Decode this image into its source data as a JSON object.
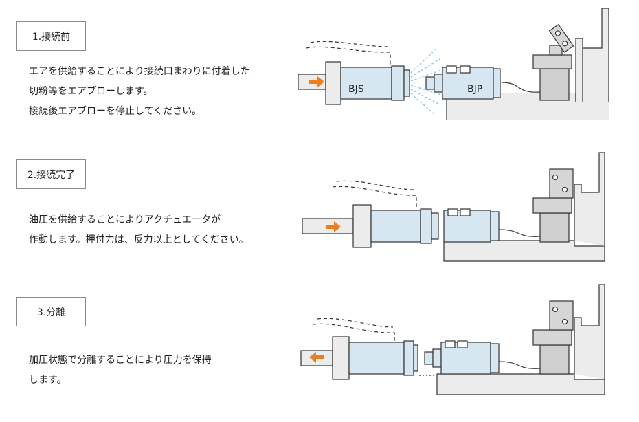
{
  "steps": [
    {
      "title": "1.接続前",
      "lines": [
        "エアを供給することにより接続口まわりに付着した",
        "切粉等をエアブローします。",
        "接続後エアブローを停止してください。"
      ],
      "labels": {
        "left": "BJS",
        "right": "BJP"
      }
    },
    {
      "title": "2.接続完了",
      "lines": [
        "油圧を供給することによりアクチュエータが",
        "作動します。押付力は、反力以上としてください。"
      ]
    },
    {
      "title": "3.分離",
      "lines": [
        "加圧状態で分離することにより圧力を保持",
        "します。"
      ]
    }
  ],
  "colors": {
    "body": "#d7e7f2",
    "base": "#ececec",
    "stroke": "#333333",
    "arrow": "#ee7d1e",
    "airblow": "#8fc3e6"
  }
}
